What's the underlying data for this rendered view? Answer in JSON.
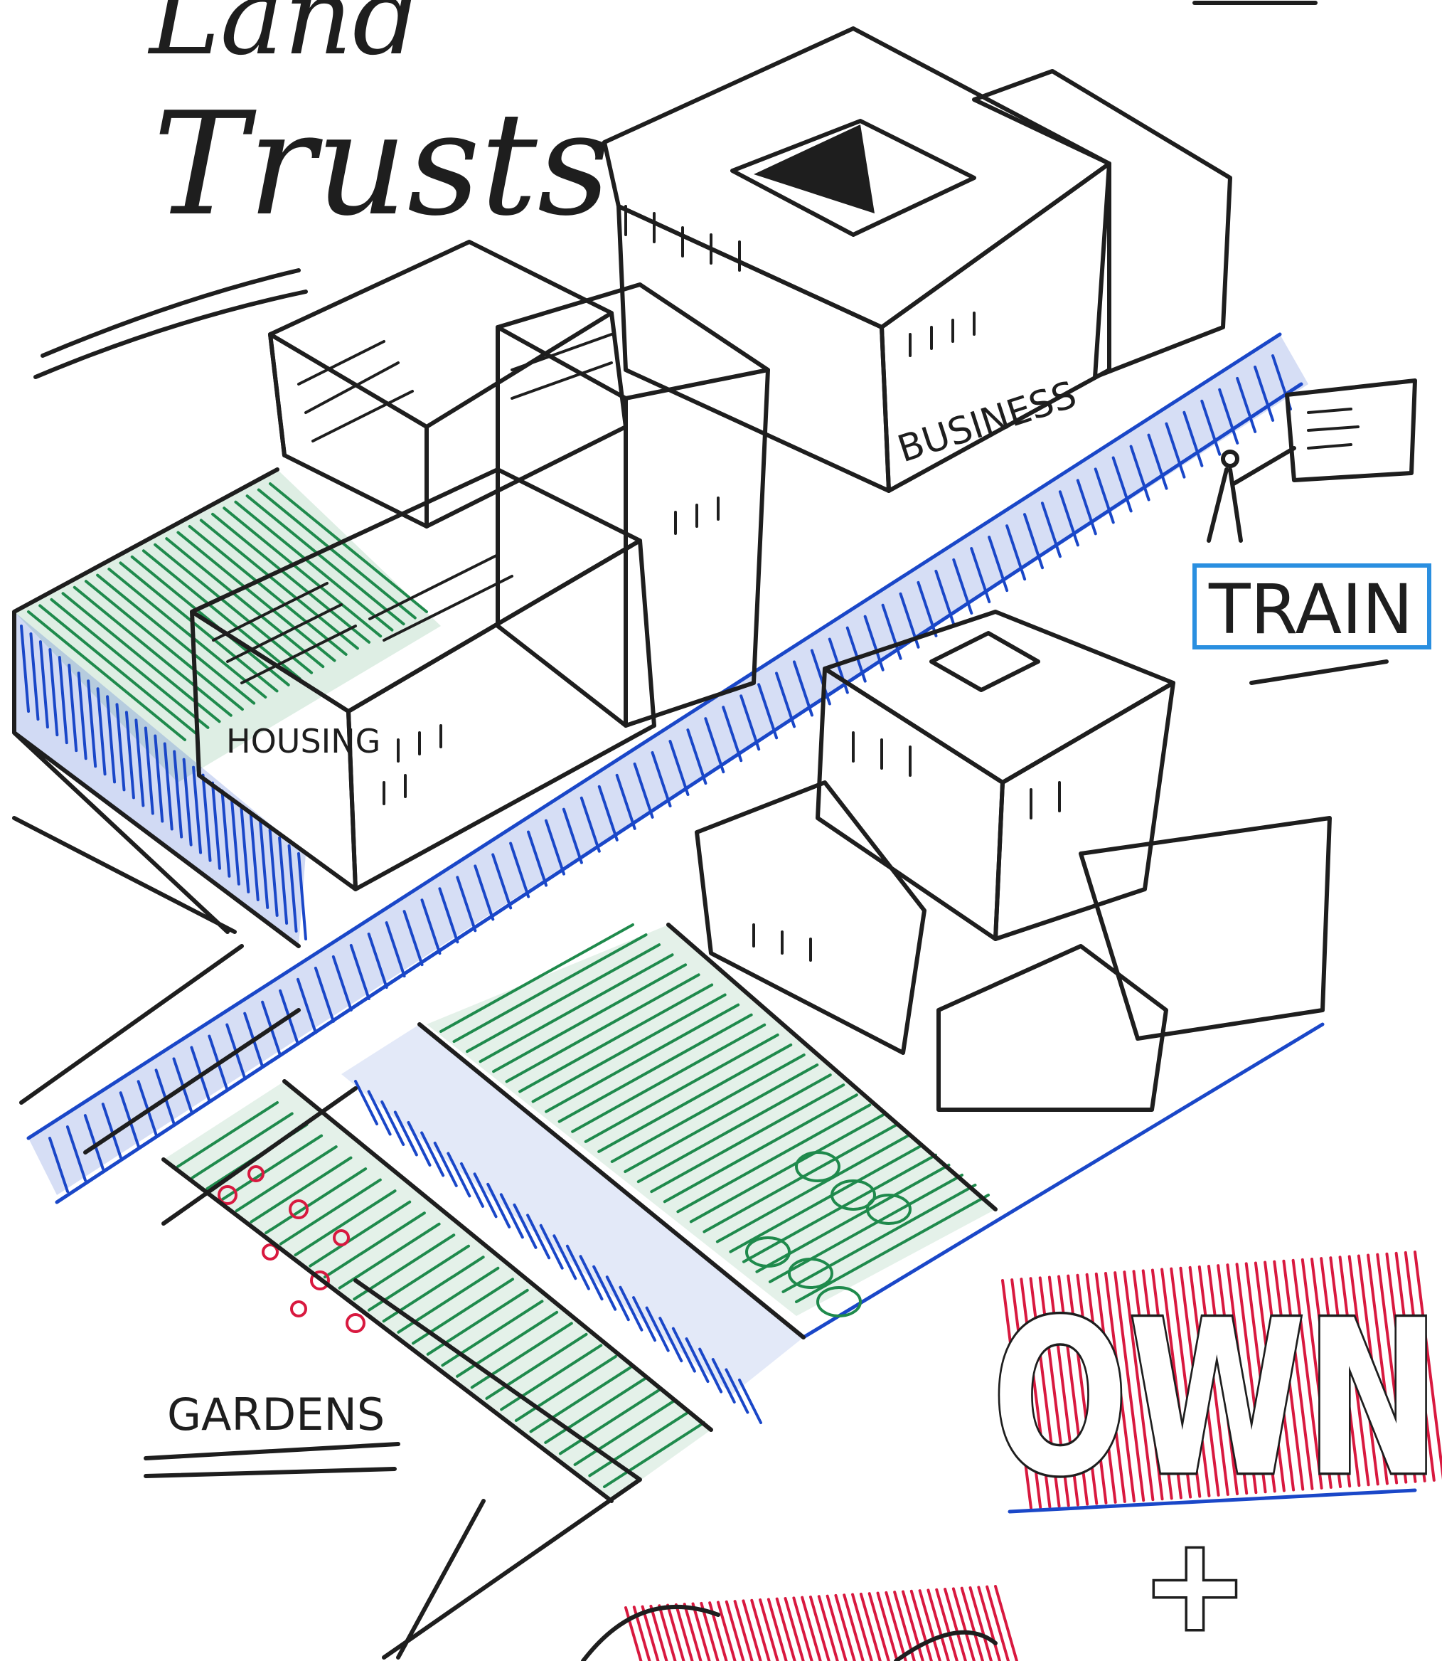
{
  "heading": {
    "line1": "Land",
    "line2": "Trusts"
  },
  "labels": {
    "business": "BUSINESS",
    "housing": "HOUSING",
    "train": "TRAIN",
    "gardens": "GARDENS",
    "own": "OWN",
    "plus": "+"
  },
  "colors": {
    "ink": "#1e1e1e",
    "blue": "#1a47c8",
    "light_blue": "#2a8fe0",
    "green": "#1f8a4c",
    "red": "#d8193f",
    "paper": "#ffffff"
  }
}
